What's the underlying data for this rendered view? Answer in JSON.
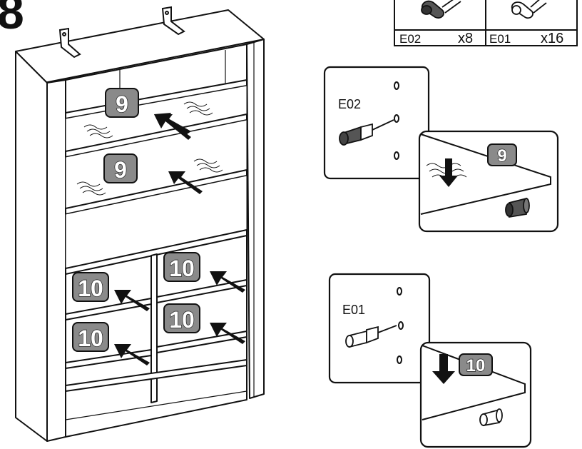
{
  "step_number": "8",
  "parts": [
    {
      "code": "E02",
      "qty": "x8"
    },
    {
      "code": "E01",
      "qty": "x16"
    }
  ],
  "shelf_steps": [
    "9",
    "9"
  ],
  "divider_steps": [
    "10",
    "10",
    "10",
    "10"
  ],
  "detail_top": {
    "part_code": "E02",
    "step": "9"
  },
  "detail_bottom": {
    "part_code": "E01",
    "step": "10"
  },
  "colors": {
    "line": "#111111",
    "badge_fill": "#8a8a8a",
    "panel_fill": "#ffffff"
  }
}
